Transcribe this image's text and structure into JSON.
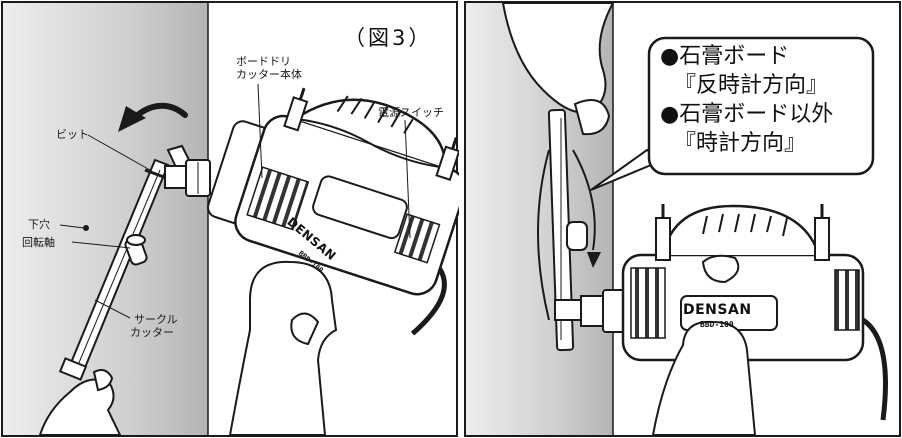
{
  "figure": {
    "title": "（図3）"
  },
  "left_panel": {
    "labels": {
      "bit": "ビット",
      "pilot_hole": "下穴",
      "pivot_shaft": "回転軸",
      "drill_body_line1": "ボードドリ",
      "drill_body_line2": "カッター本体",
      "power_switch": "電源スイッチ",
      "circle_cutter_line1": "サークル",
      "circle_cutter_line2": "カッター"
    },
    "brand": "DENSAN",
    "model": "BBD-100"
  },
  "right_panel": {
    "callout": {
      "line1": "●石膏ボード",
      "line2": "『反時計方向』",
      "line3": "●石膏ボード以外",
      "line4": "『時計方向』"
    },
    "brand": "DENSAN",
    "model": "BBD-100"
  },
  "colors": {
    "line": "#1a1a1a",
    "wall_shade": "#c8c8c8",
    "background": "#ffffff"
  }
}
